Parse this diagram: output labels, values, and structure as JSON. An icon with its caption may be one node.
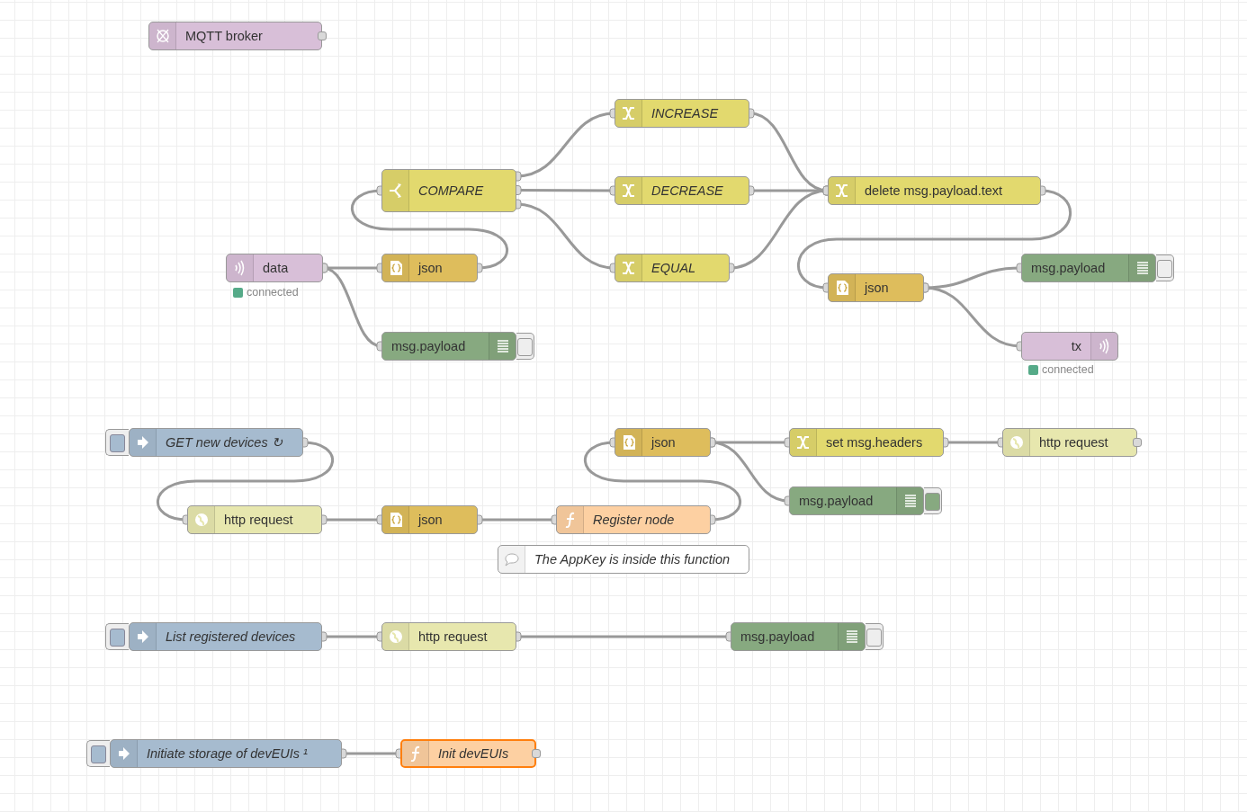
{
  "diagram": {
    "nodes": [
      {
        "text": [
          "MQTT broker"
        ]
      },
      {
        "text": [
          "data"
        ],
        "beside": [
          "connected"
        ]
      },
      {
        "text": [
          "COMPARE"
        ]
      },
      {
        "text": [
          "json"
        ]
      },
      {
        "text": [
          "msg.payload"
        ]
      },
      {
        "text": [
          "INCREASE"
        ]
      },
      {
        "text": [
          "DECREASE"
        ]
      },
      {
        "text": [
          "EQUAL"
        ]
      },
      {
        "text": [
          "delete msg.payload.text"
        ]
      },
      {
        "text": [
          "json"
        ]
      },
      {
        "text": [
          "msg.payload"
        ]
      },
      {
        "text": [
          "tx"
        ],
        "beside": [
          "connected"
        ]
      },
      {
        "text": [
          "GET new devices ↻"
        ]
      },
      {
        "text": [
          "http request"
        ]
      },
      {
        "text": [
          "json"
        ]
      },
      {
        "text": [
          "Register node"
        ]
      },
      {
        "text": [
          "The AppKey is inside this function"
        ]
      },
      {
        "text": [
          "json"
        ]
      },
      {
        "text": [
          "set msg.headers"
        ]
      },
      {
        "text": [
          "http request"
        ]
      },
      {
        "text": [
          "msg.payload"
        ]
      },
      {
        "text": [
          "List registered devices"
        ]
      },
      {
        "text": [
          "http request"
        ]
      },
      {
        "text": [
          "msg.payload"
        ]
      },
      {
        "text": [
          "Initiate storage of devEUIs ¹"
        ]
      },
      {
        "text": [
          "Init devEUIs"
        ]
      }
    ],
    "edges": [
      {
        "from": 1,
        "to": 3,
        "arrow": "other"
      },
      {
        "from": 1,
        "to": 4,
        "arrow": "other"
      },
      {
        "from": 3,
        "to": 2,
        "arrow": "other"
      },
      {
        "from": 2,
        "to": 5,
        "arrow": "other"
      },
      {
        "from": 2,
        "to": 6,
        "arrow": "other"
      },
      {
        "from": 2,
        "to": 7,
        "arrow": "other"
      },
      {
        "from": 5,
        "to": 8,
        "arrow": "other"
      },
      {
        "from": 6,
        "to": 8,
        "arrow": "other"
      },
      {
        "from": 7,
        "to": 8,
        "arrow": "other"
      },
      {
        "from": 8,
        "to": 9,
        "arrow": "other"
      },
      {
        "from": 9,
        "to": 10,
        "arrow": "other"
      },
      {
        "from": 9,
        "to": 11,
        "arrow": "other"
      },
      {
        "from": 12,
        "to": 13,
        "arrow": "other"
      },
      {
        "from": 13,
        "to": 14,
        "arrow": "other"
      },
      {
        "from": 14,
        "to": 15,
        "arrow": "other"
      },
      {
        "from": 15,
        "to": 17,
        "arrow": "other"
      },
      {
        "from": 17,
        "to": 18,
        "arrow": "other"
      },
      {
        "from": 17,
        "to": 20,
        "arrow": "other"
      },
      {
        "from": 18,
        "to": 19,
        "arrow": "other"
      },
      {
        "from": 21,
        "to": 22,
        "arrow": "other"
      },
      {
        "from": 22,
        "to": 23,
        "arrow": "other"
      },
      {
        "from": 24,
        "to": 25,
        "arrow": "other"
      }
    ]
  }
}
